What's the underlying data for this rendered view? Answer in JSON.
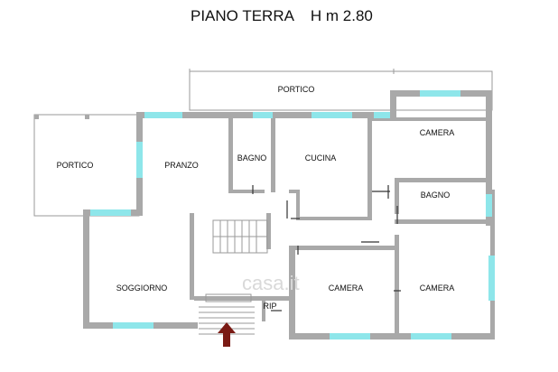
{
  "title": "PIANO TERRA    H m 2.80",
  "rooms": {
    "portico_top": "PORTICO",
    "portico_left": "PORTICO",
    "pranzo": "PRANZO",
    "bagno_left": "BAGNO",
    "cucina": "CUCINA",
    "camera_top_right": "CAMERA",
    "bagno_right": "BAGNO",
    "soggiorno": "SOGGIORNO",
    "rip": "RIP",
    "camera_center": "CAMERA",
    "camera_right": "CAMERA"
  },
  "watermark": "casa.it",
  "colors": {
    "wall": "#a9a9a9",
    "window": "#8ee6ea",
    "entrance_arrow": "#7a1a14"
  },
  "icons": {
    "entrance": "entrance-arrow-icon"
  }
}
